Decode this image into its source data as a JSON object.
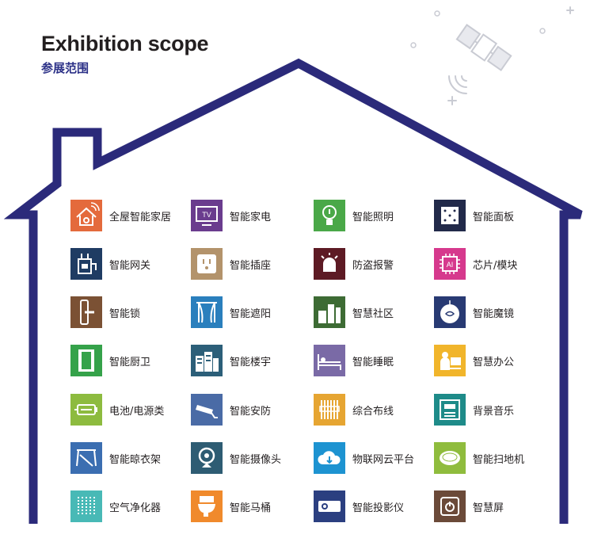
{
  "header": {
    "title": "Exhibition scope",
    "subtitle": "参展范围"
  },
  "colors": {
    "house_outline": "#2b2a7a",
    "title_text": "#231f20",
    "subtitle_text": "#2b3087"
  },
  "columns": [
    {
      "items": [
        {
          "label": "全屋智能家居",
          "color": "#e46a3c",
          "icon": "smart-home-icon"
        },
        {
          "label": "智能网关",
          "color": "#1f3c63",
          "icon": "gateway-icon"
        },
        {
          "label": "智能锁",
          "color": "#7b5134",
          "icon": "door-lock-icon"
        },
        {
          "label": "智能厨卫",
          "color": "#35a24a",
          "icon": "kitchen-bath-icon"
        },
        {
          "label": "电池/电源类",
          "color": "#8dbb3f",
          "icon": "battery-icon"
        },
        {
          "label": "智能晾衣架",
          "color": "#3b6eb1",
          "icon": "clothes-rack-icon"
        },
        {
          "label": "空气净化器",
          "color": "#48b9b6",
          "icon": "air-purifier-icon"
        }
      ]
    },
    {
      "items": [
        {
          "label": "智能家电",
          "color": "#6a3c8e",
          "icon": "tv-icon"
        },
        {
          "label": "智能插座",
          "color": "#b3936b",
          "icon": "socket-icon"
        },
        {
          "label": "智能遮阳",
          "color": "#2a7fbd",
          "icon": "curtain-icon"
        },
        {
          "label": "智能楼宇",
          "color": "#2c5f79",
          "icon": "building-icon"
        },
        {
          "label": "智能安防",
          "color": "#4a6ba6",
          "icon": "security-camera-icon"
        },
        {
          "label": "智能摄像头",
          "color": "#2e5c73",
          "icon": "webcam-icon"
        },
        {
          "label": "智能马桶",
          "color": "#f08a2c",
          "icon": "toilet-icon"
        }
      ]
    },
    {
      "items": [
        {
          "label": "智能照明",
          "color": "#4aa848",
          "icon": "bulb-icon"
        },
        {
          "label": "防盗报警",
          "color": "#5d1a24",
          "icon": "alarm-icon"
        },
        {
          "label": "智慧社区",
          "color": "#3d6b34",
          "icon": "community-icon"
        },
        {
          "label": "智能睡眠",
          "color": "#7a6aa6",
          "icon": "bed-icon"
        },
        {
          "label": "综合布线",
          "color": "#e6a532",
          "icon": "cabling-icon"
        },
        {
          "label": "物联网云平台",
          "color": "#1d93d1",
          "icon": "cloud-icon"
        },
        {
          "label": "智能投影仪",
          "color": "#2b3f80",
          "icon": "projector-icon"
        }
      ]
    },
    {
      "items": [
        {
          "label": "智能面板",
          "color": "#222a4a",
          "icon": "panel-icon"
        },
        {
          "label": "芯片/模块",
          "color": "#d6398d",
          "icon": "chip-icon"
        },
        {
          "label": "智能魔镜",
          "color": "#283a73",
          "icon": "mirror-icon"
        },
        {
          "label": "智慧办公",
          "color": "#f1b52b",
          "icon": "office-icon"
        },
        {
          "label": "背景音乐",
          "color": "#1e8b89",
          "icon": "music-icon"
        },
        {
          "label": "智能扫地机",
          "color": "#8fbc3d",
          "icon": "robot-vacuum-icon"
        },
        {
          "label": "智慧屏",
          "color": "#6b4a39",
          "icon": "smart-screen-icon"
        }
      ]
    }
  ]
}
